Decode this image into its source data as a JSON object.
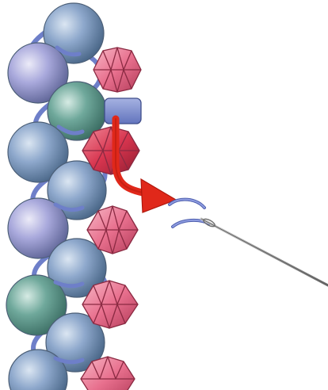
{
  "illustration": {
    "subject": "beading-spiral-stitch-step",
    "colors": {
      "background": "#ffffff",
      "thread": "#6e7fc9",
      "thread_dark": "#4e5fae",
      "pearl_blue": "#8ea8cc",
      "pearl_lilac": "#a9a9dc",
      "pearl_teal": "#6fa89b",
      "bicone_pink": "#e8708e",
      "bicone_red": "#d8354f",
      "cube_bead": "#7d8ed0",
      "arrow": "#e0281a",
      "needle": "#a4a4a4"
    },
    "icons": [
      "pearl-bead",
      "bicone-crystal",
      "cube-bead",
      "red-arrow",
      "needle"
    ]
  }
}
